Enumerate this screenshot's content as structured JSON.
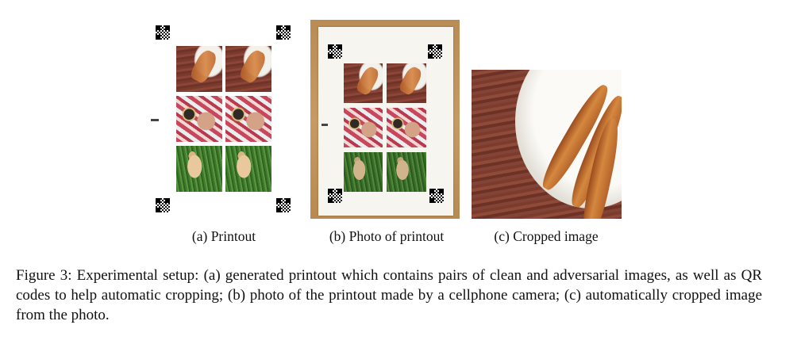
{
  "subfigures": [
    {
      "label": "(a) Printout"
    },
    {
      "label": "(b) Photo of printout"
    },
    {
      "label": "(c) Cropped image"
    }
  ],
  "caption": "Figure 3: Experimental setup: (a) generated printout which contains pairs of clean and adversarial images, as well as QR codes to help automatic cropping; (b) photo of the printout made by a cellphone camera; (c) automatically cropped image from the photo.",
  "image_pairs": [
    "wooden-spoons-in-bowl",
    "seashell-and-beetle",
    "dog-on-grass"
  ],
  "colors": {
    "wood": "#8d4537",
    "grass": "#4b8a35",
    "board": "#c79a64",
    "paper": "#f7f5f0"
  }
}
